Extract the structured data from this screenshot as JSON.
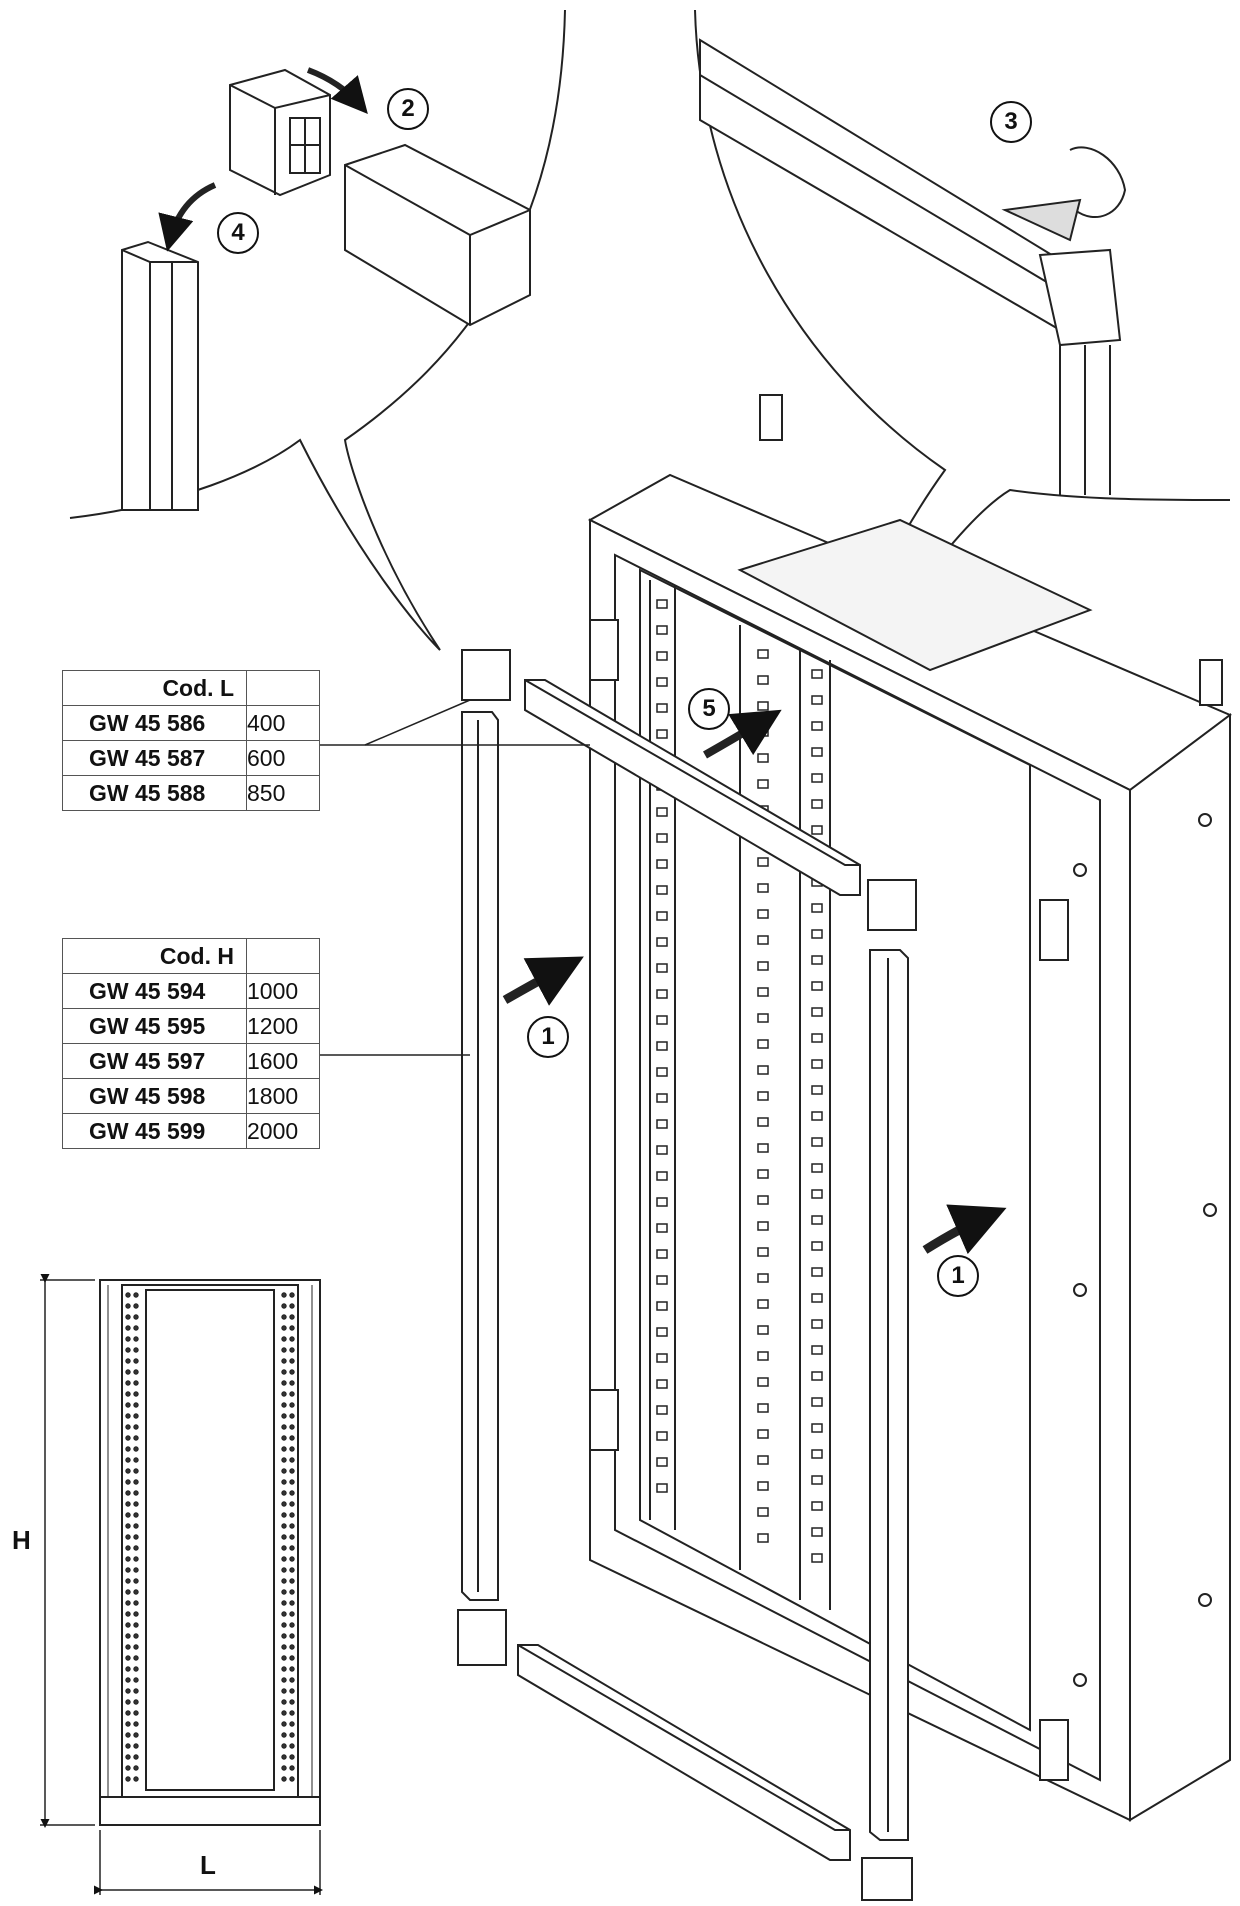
{
  "tables": {
    "length": {
      "headers": [
        "Cod.",
        "L"
      ],
      "rows": [
        {
          "code": "GW 45 586",
          "value": "400"
        },
        {
          "code": "GW 45 587",
          "value": "600"
        },
        {
          "code": "GW 45 588",
          "value": "850"
        }
      ]
    },
    "height": {
      "headers": [
        "Cod.",
        "H"
      ],
      "rows": [
        {
          "code": "GW 45 594",
          "value": "1000"
        },
        {
          "code": "GW 45 595",
          "value": "1200"
        },
        {
          "code": "GW 45 597",
          "value": "1600"
        },
        {
          "code": "GW 45 598",
          "value": "1800"
        },
        {
          "code": "GW 45 599",
          "value": "2000"
        }
      ]
    }
  },
  "dimension_labels": {
    "height": "H",
    "width": "L"
  },
  "steps": [
    "1",
    "2",
    "3",
    "4",
    "5"
  ]
}
